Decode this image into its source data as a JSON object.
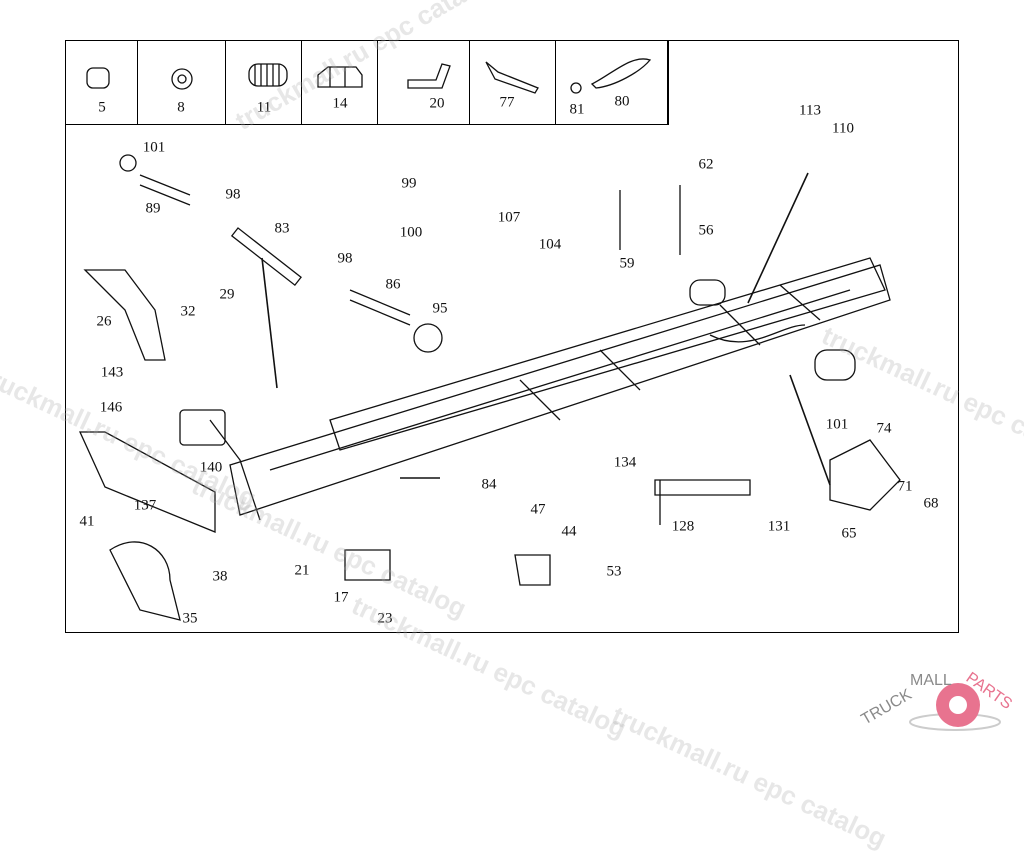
{
  "header_parts": [
    "5",
    "8",
    "11",
    "14",
    "20",
    "77",
    "81",
    "80"
  ],
  "callouts": [
    "101",
    "89",
    "98",
    "83",
    "99",
    "100",
    "107",
    "104",
    "62",
    "56",
    "59",
    "113",
    "110",
    "98",
    "86",
    "95",
    "29",
    "32",
    "26",
    "143",
    "146",
    "140",
    "137",
    "41",
    "38",
    "35",
    "21",
    "17",
    "23",
    "84",
    "47",
    "44",
    "53",
    "134",
    "128",
    "131",
    "101",
    "74",
    "71",
    "68",
    "65"
  ],
  "watermark": "truckmall.ru epc catalog",
  "logo": {
    "text1": "TRUCKMALL",
    "text2": "PARTS",
    "color_grey": "#8a8a8a",
    "color_pink": "#e8738f"
  }
}
